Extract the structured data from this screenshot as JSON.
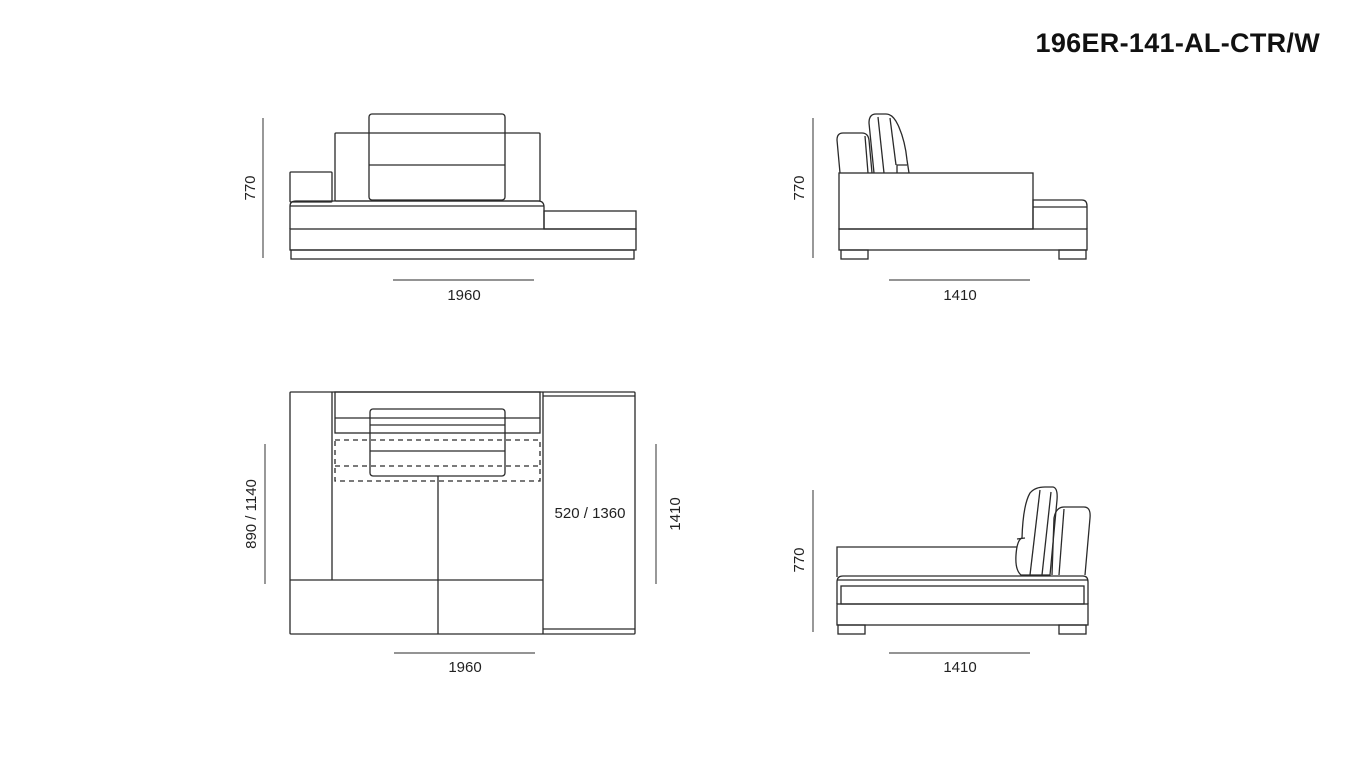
{
  "title": "196ER-141-AL-CTR/W",
  "views": {
    "front": {
      "height": "770",
      "width": "1960"
    },
    "side_top": {
      "height": "770",
      "width": "1410"
    },
    "plan": {
      "depth_left": "890 / 1140",
      "chaise": "520 / 1360",
      "depth_right": "1410",
      "width": "1960"
    },
    "side_bottom": {
      "height": "770",
      "width": "1410"
    }
  }
}
